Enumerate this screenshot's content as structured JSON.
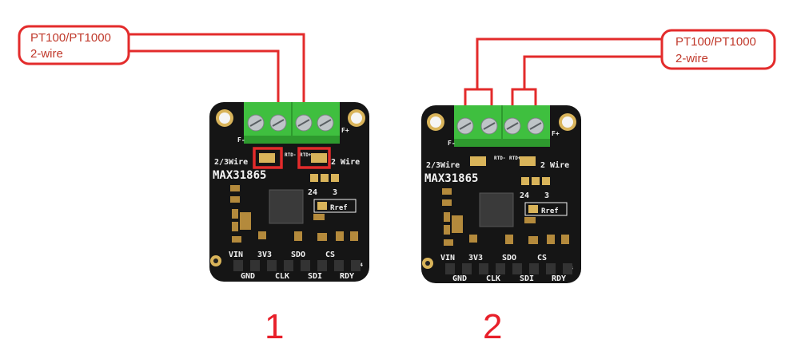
{
  "colors": {
    "annotation_red": "#e32b2b",
    "pcb_black": "#151515",
    "terminal_green": "#3fbf3f",
    "silkscreen": "#f2f2f2",
    "pad_gold": "#d9b45a"
  },
  "callout_left": {
    "line1": "PT100/PT1000",
    "line2": "2-wire"
  },
  "callout_right": {
    "line1": "PT100/PT1000",
    "line2": "2-wire"
  },
  "board": {
    "part": "MAX31865",
    "wire_23_label": "2/3Wire",
    "wire_2_label": "2 Wire",
    "jumper_24": "24",
    "jumper_3": "3",
    "rref_label": "Rref",
    "terminal_f_minus": "F-",
    "terminal_f_plus": "F+",
    "rtd_minus": "RTD-",
    "rtd_plus": "RTD+",
    "pins_top": [
      "VIN",
      "3V3",
      "SDO",
      "CS"
    ],
    "pins_bottom": [
      "GND",
      "CLK",
      "SDI",
      "RDY"
    ],
    "connector": "CN4"
  },
  "labels": {
    "panel1": "1",
    "panel2": "2"
  }
}
